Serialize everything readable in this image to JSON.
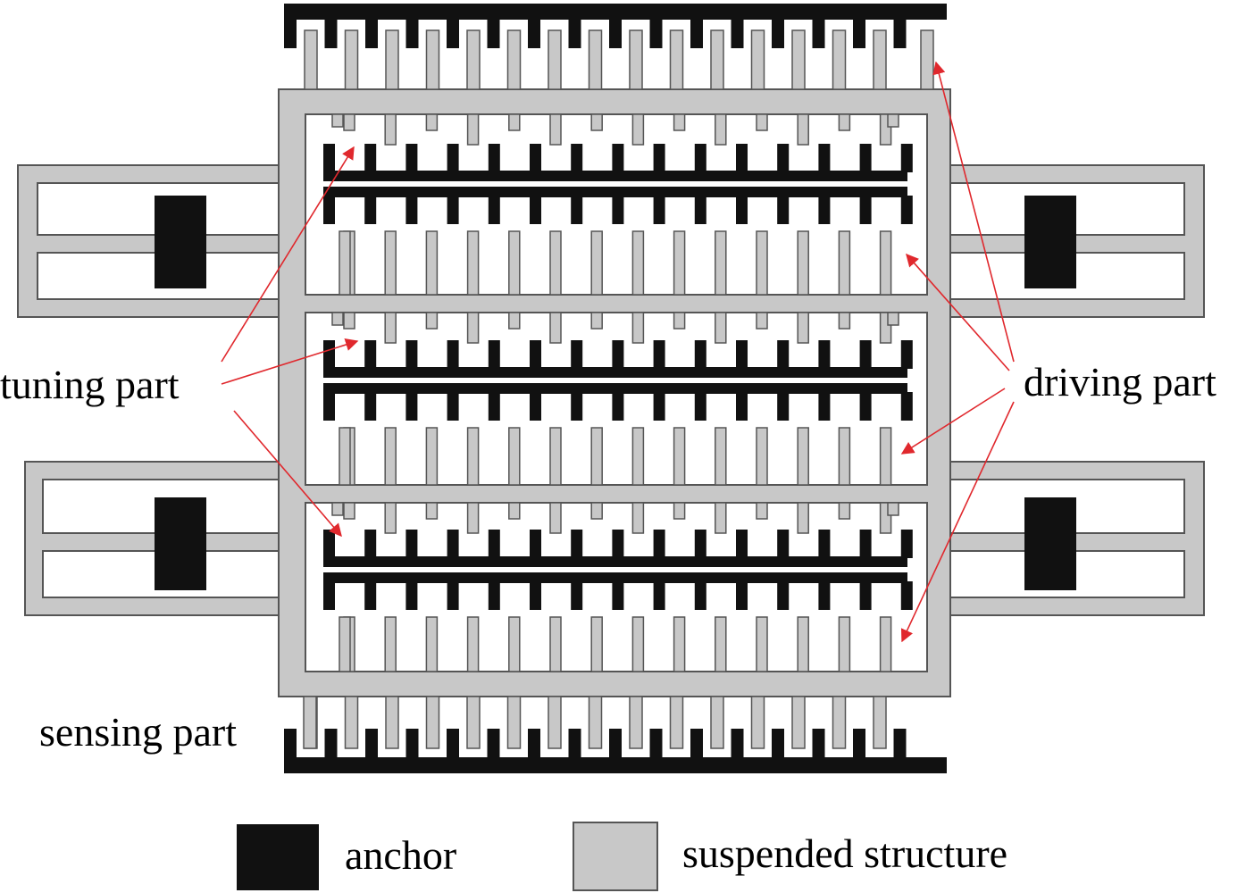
{
  "labels": {
    "tuning": "tuning part",
    "driving": "driving part",
    "sensing": "sensing part"
  },
  "legend": {
    "anchor": "anchor",
    "suspended": "suspended structure"
  },
  "colors": {
    "anchor": "#111111",
    "suspended": "#c8c8c8",
    "outline": "#555555",
    "arrow": "#e0282d"
  }
}
